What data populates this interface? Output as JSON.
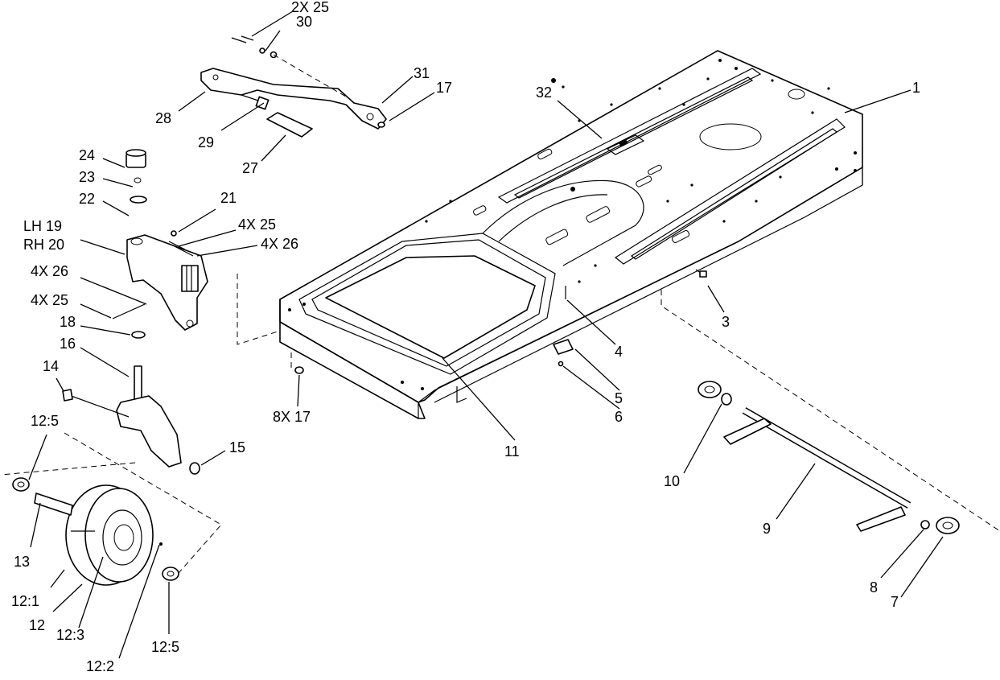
{
  "callouts": {
    "c_2x25_top": "2X 25",
    "c_30": "30",
    "c_31": "31",
    "c_17_top": "17",
    "c_28": "28",
    "c_29": "29",
    "c_27": "27",
    "c_32": "32",
    "c_1": "1",
    "c_24": "24",
    "c_23": "23",
    "c_22": "22",
    "c_21": "21",
    "c_4x25_a": "4X 25",
    "c_4x26_a": "4X 26",
    "c_lh19": "LH 19",
    "c_rh20": "RH 20",
    "c_4x26_b": "4X 26",
    "c_4x25_b": "4X 25",
    "c_18": "18",
    "c_16": "16",
    "c_14": "14",
    "c_12_5_a": "12:5",
    "c_15": "15",
    "c_13": "13",
    "c_12_1": "12:1",
    "c_12": "12",
    "c_12_3": "12:3",
    "c_12_2": "12:2",
    "c_12_5_b": "12:5",
    "c_8x17": "8X 17",
    "c_11": "11",
    "c_3": "3",
    "c_4": "4",
    "c_5": "5",
    "c_6": "6",
    "c_10": "10",
    "c_9": "9",
    "c_8": "8",
    "c_7": "7"
  }
}
